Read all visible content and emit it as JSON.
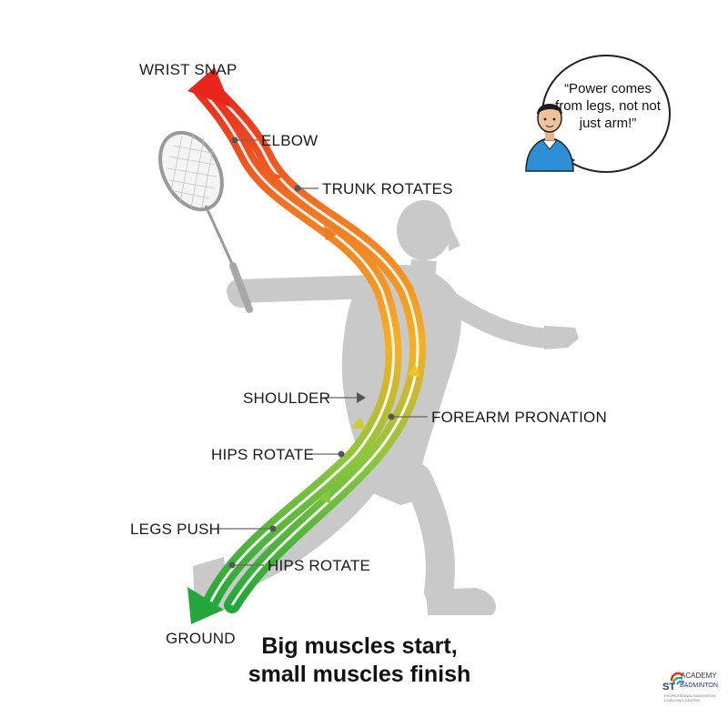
{
  "labels": {
    "wrist_snap": "WRIST SNAP",
    "elbow": "ELBOW",
    "trunk_rotates": "TRUNK ROTATES",
    "shoulder": "SHOULDER",
    "forearm_pronation": "FOREARM PRONATION",
    "hips_rotate_upper": "HIPS ROTATE",
    "legs_push": "LEGS PUSH",
    "hips_rotate_lower": "HIPS ROTATE",
    "ground": "GROUND"
  },
  "tagline": {
    "line1": "Big muscles start,",
    "line2": "small muscles finish"
  },
  "coach_quote": "“Power comes from legs, not not just arm!”",
  "logo": {
    "top": "ACADEMY",
    "mark": "ST",
    "sub": "BADMINTON",
    "tiny": "PROFESSIONAL BADMINTON COACHING CENTER"
  },
  "colors": {
    "arrow_top": "#e8261c",
    "arrow_mid": "#f5b025",
    "arrow_bottom": "#23a63a",
    "silhouette": "#c9c9c9",
    "coach_shirt": "#2d8fd6"
  },
  "icons": [
    "badminton-racket-icon",
    "player-silhouette-icon",
    "coach-avatar-icon",
    "speech-bubble-icon",
    "kinetic-chain-arrow-icon"
  ]
}
